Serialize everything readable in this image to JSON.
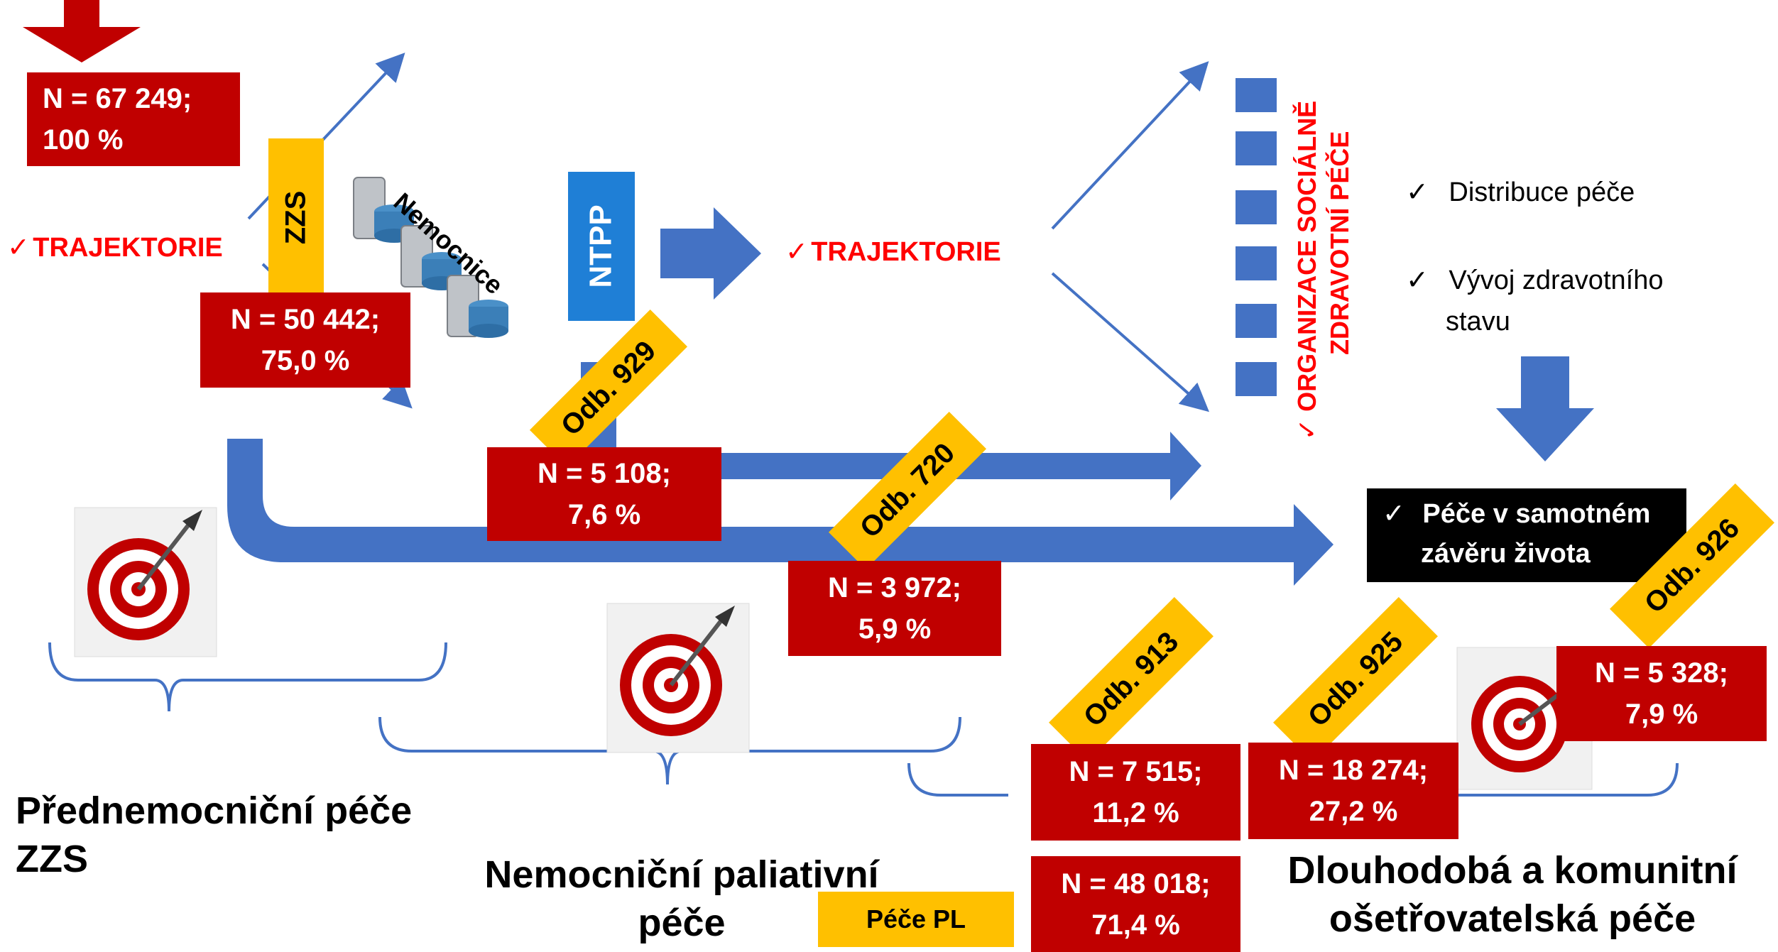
{
  "total": {
    "line1": "N = 67 249;",
    "line2": "100 %"
  },
  "zzs": {
    "label": "ZZS",
    "line1": "N = 50 442;",
    "line2": "75,0 %"
  },
  "nemocnice_label": "Nemocnice",
  "ntpp_label": "NTPP",
  "trajektorie_left": "TRAJEKTORIE",
  "trajektorie_mid": "TRAJEKTORIE",
  "check_mark": "✓",
  "organizations": {
    "line1": "ORGANIZACE SOCIÁLNĚ",
    "line2": "ZDRAVOTNÍ PÉČE"
  },
  "right_checks": [
    "Distribuce péče",
    "Vývoj zdravotního",
    "stavu"
  ],
  "end_of_life": {
    "line1": "Péče v samotném",
    "line2": "závěru života"
  },
  "departments": {
    "d929": {
      "label": "Odb. 929",
      "line1": "N = 5 108;",
      "line2": "7,6 %"
    },
    "d720": {
      "label": "Odb. 720",
      "line1": "N = 3 972;",
      "line2": "5,9 %"
    },
    "d913": {
      "label": "Odb. 913",
      "line1": "N = 7 515;",
      "line2": "11,2 %"
    },
    "d925": {
      "label": "Odb. 925",
      "line1": "N = 18 274;",
      "line2": "27,2 %"
    },
    "d926": {
      "label": "Odb. 926",
      "line1": "N = 5 328;",
      "line2": "7,9 %"
    },
    "pl": {
      "label": "Péče PL",
      "line1": "N = 48 018;",
      "line2": "71,4 %"
    }
  },
  "section_labels": {
    "prehospital": {
      "line1": "Přednemocniční péče",
      "line2": "ZZS"
    },
    "hospital": {
      "line1": "Nemocniční paliativní",
      "line2": "péče"
    },
    "longterm": {
      "line1": "Dlouhodobá a komunitní",
      "line2": "ošetřovatelská péče"
    }
  },
  "colors": {
    "red": "#c00000",
    "yellow": "#ffc000",
    "blue": "#4472c4",
    "black": "#000000"
  }
}
